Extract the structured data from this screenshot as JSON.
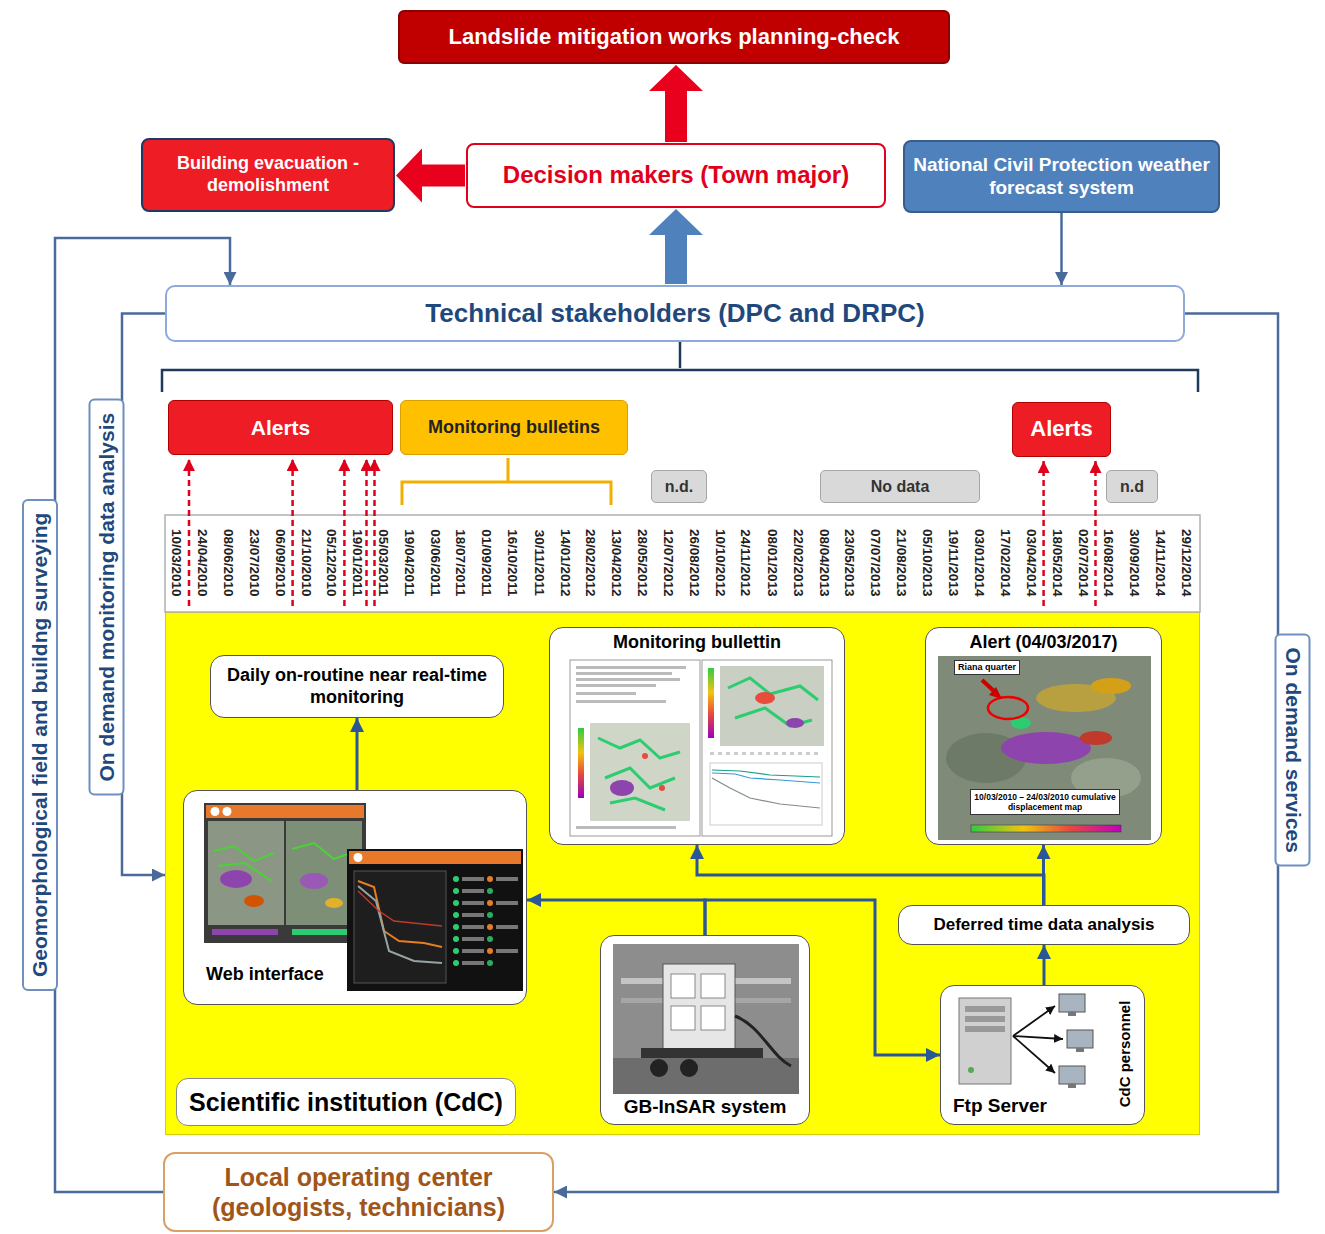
{
  "diagram": {
    "nodes": [
      {
        "text": [
          "Landslide mitigation works planning-check"
        ]
      },
      {
        "text": [
          "Building evacuation - demolishment"
        ]
      },
      {
        "text": [
          "Decision makers (Town major)"
        ]
      },
      {
        "text": [
          "National Civil Protection weather forecast system"
        ]
      },
      {
        "text": [
          "Technical stakeholders (DPC and DRPC)"
        ]
      },
      {
        "text": [
          "Alerts"
        ]
      },
      {
        "text": [
          "Monitoring bulletins"
        ]
      },
      {
        "text": [
          "Alerts"
        ]
      },
      {
        "text": [
          "n.d."
        ]
      },
      {
        "text": [
          "No data"
        ]
      },
      {
        "text": [
          "n.d"
        ]
      },
      {
        "text": [
          "Scientific institution (CdC)"
        ]
      },
      {
        "text": [
          "Daily on-routine near real-time monitoring"
        ],
        "in": 11
      },
      {
        "text": [
          "Web interface"
        ],
        "in": 11
      },
      {
        "text": [
          "Monitoring bullettin"
        ],
        "in": 11
      },
      {
        "text": [
          "Alert (04/03/2017)"
        ],
        "in": 11
      },
      {
        "text": [
          "GB-InSAR system"
        ],
        "in": 11
      },
      {
        "text": [
          "Deferred time data analysis"
        ],
        "in": 11
      },
      {
        "text": [
          "Ftp Server",
          "CdC personnel"
        ],
        "in": 11
      },
      {
        "text": [
          "Local operating center (geologists, technicians)"
        ]
      }
    ],
    "edges": [
      {
        "from": 2,
        "to": 0,
        "arrow": "to"
      },
      {
        "from": 2,
        "to": 1,
        "arrow": "to"
      },
      {
        "from": 4,
        "to": 2,
        "arrow": "to"
      },
      {
        "from": 3,
        "to": 4,
        "arrow": "to"
      },
      {
        "from": 19,
        "to": 4,
        "label": "Geomorphological field and buildng surveying",
        "arrow": "to"
      },
      {
        "from": 4,
        "to": 11,
        "label": "On demand monitoring data analysis",
        "arrow": "to"
      },
      {
        "from": 4,
        "to": 19,
        "label": "On demand services",
        "arrow": "to"
      },
      {
        "from": 13,
        "to": 12,
        "arrow": "to"
      },
      {
        "from": 16,
        "to": 13,
        "arrow": "to"
      },
      {
        "from": 16,
        "to": 18,
        "arrow": "to"
      },
      {
        "from": 18,
        "to": 17,
        "arrow": "to"
      },
      {
        "from": 17,
        "to": 15,
        "arrow": "to"
      },
      {
        "from": 17,
        "to": 14,
        "arrow": "to"
      }
    ],
    "labels": [
      "10/03/2010",
      "24/04/2010",
      "08/06/2010",
      "23/07/2010",
      "06/09/2010",
      "21/10/2010",
      "05/12/2010",
      "19/01/2011",
      "05/03/2011",
      "19/04/2011",
      "03/06/2011",
      "18/07/2011",
      "01/09/2011",
      "16/10/2011",
      "30/11/2011",
      "14/01/2012",
      "28/02/2012",
      "13/04/2012",
      "28/05/2012",
      "12/07/2012",
      "26/08/2012",
      "10/10/2012",
      "24/11/2012",
      "08/01/2013",
      "22/02/2013",
      "08/04/2013",
      "23/05/2013",
      "07/07/2013",
      "21/08/2013",
      "05/10/2013",
      "19/11/2013",
      "03/01/2014",
      "17/02/2014",
      "03/04/2014",
      "18/05/2014",
      "02/07/2014",
      "16/08/2014",
      "30/09/2014",
      "14/11/2014",
      "29/12/2014",
      "Riana quarter",
      "10/03/2010 – 24/03/2010 cumulative displacement map"
    ]
  }
}
